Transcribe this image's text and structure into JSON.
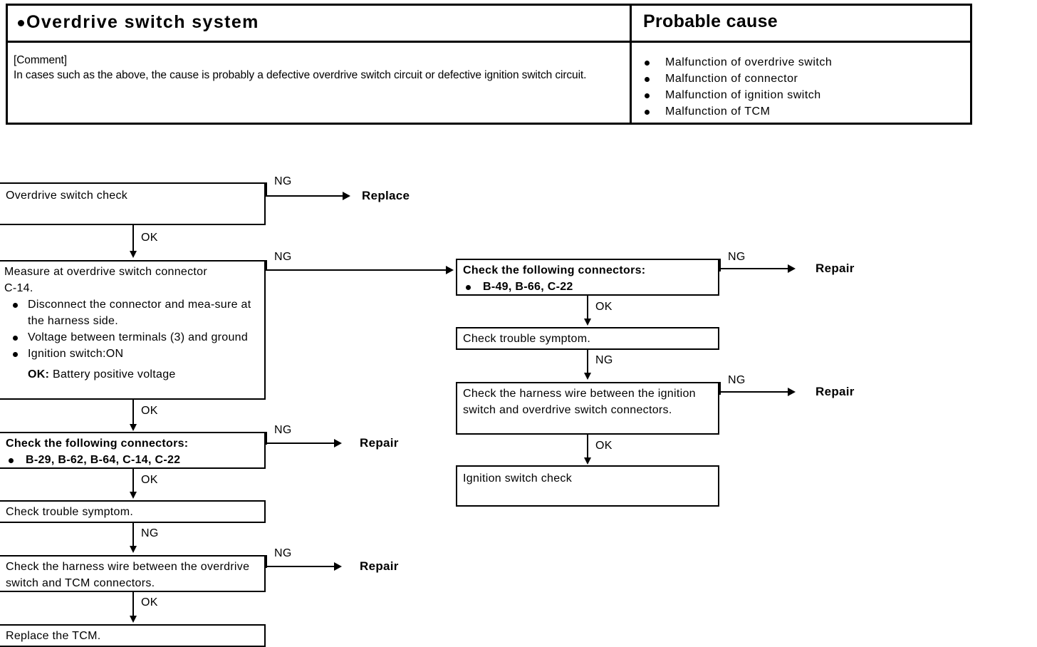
{
  "table": {
    "system_title": "Overdrive switch system",
    "probable_cause_header": "Probable cause",
    "comment_label": "[Comment]",
    "comment_body": "In cases such as the above, the cause is probably a defective overdrive switch circuit or defective ignition switch circuit.",
    "causes": [
      "Malfunction of overdrive switch",
      "Malfunction of connector",
      "Malfunction of ignition switch",
      "Malfunction of TCM"
    ]
  },
  "flow": {
    "left": {
      "box1": {
        "title": "Overdrive switch check"
      },
      "box2": {
        "title_line1": "Measure at overdrive switch connector",
        "title_line2": "C-14.",
        "bullets": [
          "Disconnect the connector and mea-sure at the harness side.",
          "Voltage between terminals (3) and ground",
          "Ignition switch:ON"
        ],
        "ok_label": "OK:",
        "ok_value": "Battery positive voltage"
      },
      "box3": {
        "title": "Check the following connectors:",
        "connectors": "B-29, B-62, B-64, C-14, C-22"
      },
      "box4": {
        "title": "Check trouble symptom."
      },
      "box5": {
        "title": "Check the harness wire between the overdrive switch and TCM connectors."
      },
      "box6": {
        "title": "Replace the TCM."
      },
      "flags": {
        "ng1": "NG",
        "ok1": "OK",
        "ng2": "NG",
        "ok2": "OK",
        "ng3": "NG",
        "ok3": "OK",
        "ng4": "NG",
        "ng5": "NG",
        "ok4": "OK"
      },
      "outcomes": {
        "replace": "Replace",
        "repair1": "Repair",
        "repair2": "Repair"
      }
    },
    "right": {
      "box1": {
        "title": "Check the following connectors:",
        "connectors": "B-49, B-66, C-22"
      },
      "box2": {
        "title": "Check trouble symptom."
      },
      "box3": {
        "title": "Check the harness wire between the ignition switch and overdrive switch connectors."
      },
      "box4": {
        "title": "Ignition switch check"
      },
      "flags": {
        "ng1": "NG",
        "ok1": "OK",
        "ng2": "NG",
        "ng3": "NG",
        "ok2": "OK"
      },
      "outcomes": {
        "repair1": "Repair",
        "repair2": "Repair"
      }
    }
  }
}
